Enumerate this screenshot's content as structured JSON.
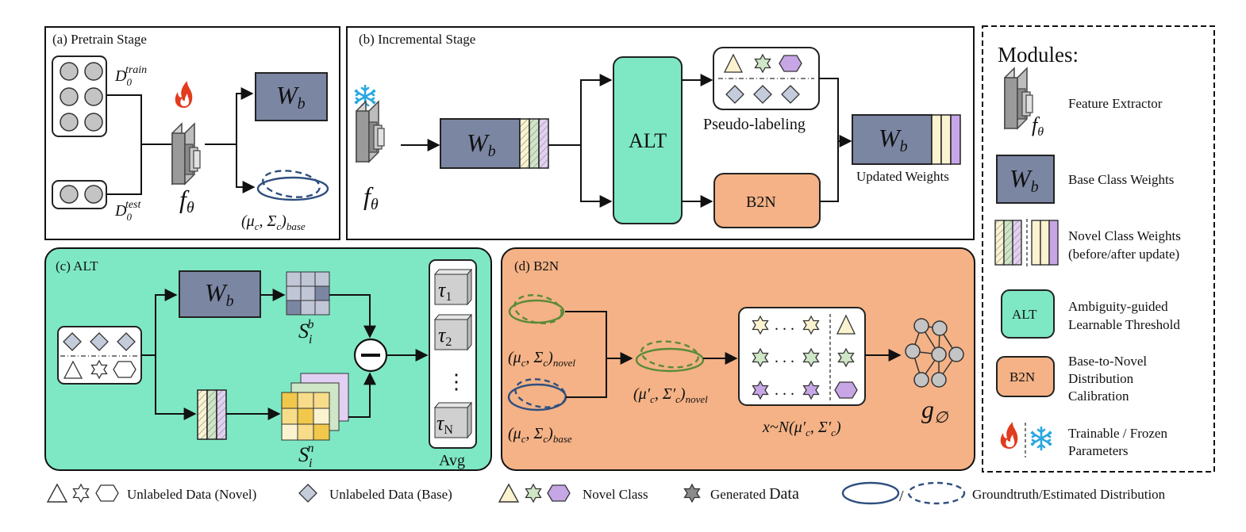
{
  "colors": {
    "alt_green": "#7ee8c4",
    "b2n_orange": "#f4b286",
    "weights_blue": "#7b86a3",
    "novel_yellow": "#fbf3cf",
    "novel_green": "#cfe6c7",
    "novel_purple": "#c7a6e6",
    "base_blue_ellipse": "#2f4f7f",
    "novel_green_ellipse": "#5a8a3a",
    "fire_red": "#e23b1e",
    "snow_blue": "#2aa7e0"
  },
  "panels": {
    "pretrain": {
      "title": "(a) Pretrain Stage",
      "d_train": "D",
      "d_train_sub": "0",
      "d_train_sup": "train",
      "d_test": "D",
      "d_test_sub": "0",
      "d_test_sup": "test",
      "f_theta": "f",
      "f_theta_sub": "θ",
      "wb": "W",
      "wb_sub": "b",
      "stats": "(μ",
      "stats_sub_c": "c",
      "stats_mid": ", Σ",
      "stats_close": ")",
      "stats_base": "base"
    },
    "incremental": {
      "title": "(b) Incremental Stage",
      "alt": "ALT",
      "b2n": "B2N",
      "pseudo_labeling": "Pseudo-labeling",
      "updated_weights": "Updated Weights"
    },
    "alt": {
      "title": "(c) ALT",
      "s_b": "S",
      "s_b_sub": "i",
      "s_b_sup": "b",
      "s_n": "S",
      "s_n_sub": "i",
      "s_n_sup": "n",
      "tau": "τ",
      "tau_1": "1",
      "tau_2": "2",
      "tau_n": "N",
      "dots": "⋮",
      "avg": "Avg"
    },
    "b2n": {
      "title": "(d) B2N",
      "novel_stats": "(μ",
      "novel_label": "novel",
      "base_label": "base",
      "calibrated_label": "novel",
      "sampling": "x~N(μ′",
      "sampling_mid": ", Σ′",
      "sampling_close": ")",
      "classifier": "g",
      "classifier_sub": "∅"
    }
  },
  "modules": {
    "title": "Modules:",
    "items": [
      {
        "label_1": "Feature Extractor",
        "label_2": ""
      },
      {
        "label_1": "Base Class Weights",
        "label_2": ""
      },
      {
        "label_1": "Novel Class Weights",
        "label_2": "(before/after update)"
      },
      {
        "label_1": "Ambiguity-guided",
        "label_2": "Learnable Threshold",
        "box": "ALT"
      },
      {
        "label_1": "Base-to-Novel",
        "label_2": "Distribution",
        "label_3": "Calibration",
        "box": "B2N"
      },
      {
        "label_1": "Trainable / Frozen",
        "label_2": "Parameters"
      }
    ]
  },
  "legend": {
    "unlabeled_novel": "Unlabeled Data (Novel)",
    "unlabeled_base": "Unlabeled Data (Base)",
    "novel_class": "Novel Class",
    "generated_data_1": "Generated ",
    "generated_data_2": "Data",
    "distribution": "Groundtruth/Estimated Distribution"
  }
}
